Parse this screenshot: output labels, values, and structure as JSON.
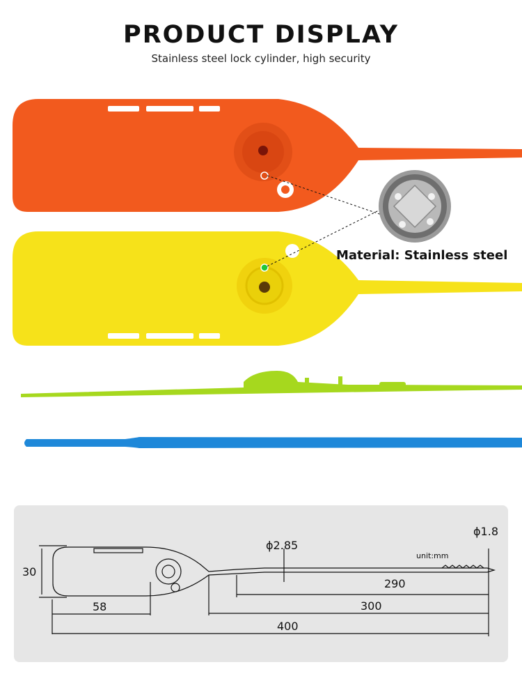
{
  "header": {
    "title": "PRODUCT DISPLAY",
    "subtitle": "Stainless steel lock cylinder, high security"
  },
  "callout": {
    "material_label": "Material: Stainless steel"
  },
  "products": [
    {
      "color_name": "orange",
      "color": "#f25a1e"
    },
    {
      "color_name": "yellow",
      "color": "#f6e21a"
    },
    {
      "color_name": "lime",
      "color": "#a6d81e"
    },
    {
      "color_name": "blue",
      "color": "#1e88d9"
    }
  ],
  "diagram": {
    "unit_label": "unit:mm",
    "height_label": "30",
    "dim_58": "58",
    "dim_290": "290",
    "dim_300": "300",
    "dim_400": "400",
    "dia_285": "ϕ2.85",
    "dia_18": "ϕ1.8"
  }
}
